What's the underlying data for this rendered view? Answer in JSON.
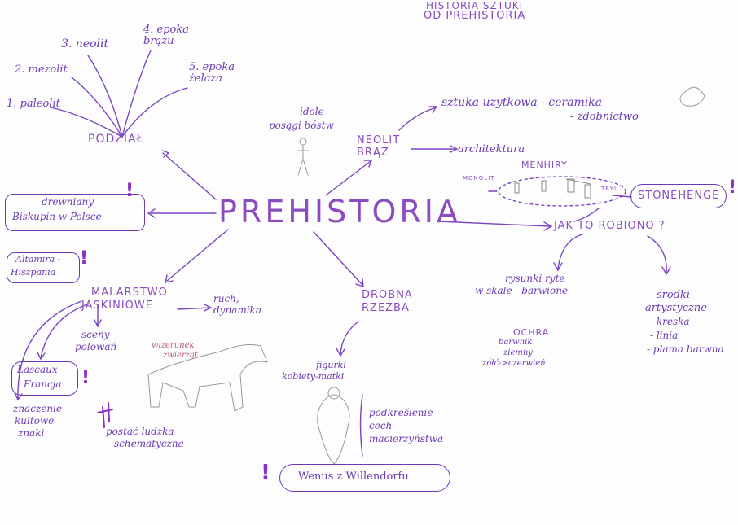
{
  "title": "PREHISTORIA",
  "header": {
    "line1": "HISTORIA SZTUKI",
    "line2": "OD PREHISTORIA"
  },
  "podzial": {
    "label": "PODZIAŁ",
    "periods": [
      "1. paleolit",
      "2. mezolit",
      "3. neolit",
      "4. epoka brązu",
      "5. epoka żelaza"
    ]
  },
  "neolit": {
    "label_a": "NEOLIT",
    "label_b": "BRĄZ",
    "idols_a": "idole",
    "idols_b": "posągi bóstw",
    "applied_a": "sztuka użytkowa - ceramika",
    "applied_b": "- zdobnictwo",
    "architecture": "architektura",
    "menhiry": "MENHIRY",
    "monolit": "MONOLIT",
    "tryl": "TRYL",
    "stonehenge": "STONEHENGE"
  },
  "biskupin": {
    "line1": "drewniany",
    "line2": "Biskupin w Polsce"
  },
  "how": {
    "label": "JAK TO ROBIONO ?",
    "left_a": "rysunki ryte",
    "left_b": "w skale - barwione",
    "ochra": "OCHRA",
    "ochra_a": "barwnik",
    "ochra_b": "ziemny",
    "ochra_c": "żółć->czerwień",
    "right_a": "środki",
    "right_b": "artystyczne",
    "right_c": "- kreska",
    "right_d": "- linia",
    "right_e": "- plama barwna"
  },
  "malarstwo": {
    "label_a": "MALARSTWO",
    "label_b": "JASKINIOWE",
    "altamira_a": "Altamira -",
    "altamira_b": "Hiszpania",
    "ruch_a": "ruch,",
    "ruch_b": "dynamika",
    "sceny_a": "sceny",
    "sceny_b": "polowań",
    "lascaux_a": "Lascaux -",
    "lascaux_b": "Francja",
    "znaczenie_a": "znaczenie",
    "znaczenie_b": "kultowe",
    "znaczenie_c": "znaki",
    "wizerunek_a": "wizerunek",
    "wizerunek_b": "zwierząt",
    "postac_a": "postać ludzka",
    "postac_b": "schematyczna"
  },
  "rzezba": {
    "label_a": "DROBNA",
    "label_b": "RZEŹBA",
    "figurki_a": "figurki",
    "figurki_b": "kobiety-matki",
    "podkr_a": "podkreślenie",
    "podkr_b": "cech",
    "podkr_c": "macierzyństwa",
    "wenus": "Wenus z Willendorfu"
  },
  "exclaim": "!"
}
